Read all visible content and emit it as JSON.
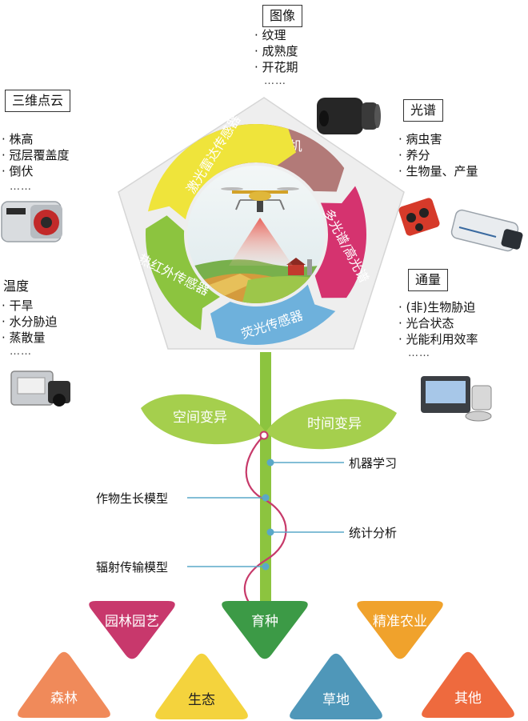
{
  "center": {
    "ring_segments": [
      {
        "label": "数码相机",
        "color": "#b27a78"
      },
      {
        "label": "多光谱/高光谱",
        "color": "#d5336f"
      },
      {
        "label": "荧光传感器",
        "color": "#6eb1dc"
      },
      {
        "label": "热红外传感器",
        "color": "#8cc43f"
      },
      {
        "label": "激光雷达传感器",
        "color": "#efe43b"
      }
    ]
  },
  "panels": {
    "image": {
      "title": "图像",
      "items": [
        "纹理",
        "成熟度",
        "开花期"
      ],
      "more": "……"
    },
    "spectrum": {
      "title": "光谱",
      "items": [
        "病虫害",
        "养分",
        "生物量、产量"
      ]
    },
    "pointcloud": {
      "title": "三维点云",
      "items": [
        "株高",
        "冠层覆盖度",
        "倒伏"
      ],
      "more": "……"
    },
    "temperature": {
      "title": "温度",
      "items": [
        "干旱",
        "水分胁迫",
        "蒸散量"
      ],
      "more": "……"
    },
    "flux": {
      "title": "通量",
      "items": [
        "(非)生物胁迫",
        "光合状态",
        "光能利用效率"
      ],
      "more": "……"
    }
  },
  "leaves": {
    "left": "空间变异",
    "right": "时间变异"
  },
  "methods": {
    "machine_learning": "机器学习",
    "crop_growth_model": "作物生长模型",
    "statistical_analysis": "统计分析",
    "radiative_transfer_model": "辐射传输模型"
  },
  "applications": [
    {
      "label": "园林园艺",
      "color": "#c8386c"
    },
    {
      "label": "育种",
      "color": "#3c9a46"
    },
    {
      "label": "精准农业",
      "color": "#f0a22c"
    },
    {
      "label": "森林",
      "color": "#f08a5a"
    },
    {
      "label": "生态",
      "color": "#f4d33d"
    },
    {
      "label": "草地",
      "color": "#4f97b9"
    },
    {
      "label": "其他",
      "color": "#ee6a3e"
    }
  ],
  "colors": {
    "stem": "#8cc43f",
    "leaf": "#a5cf4d",
    "helix": "#c73a6a",
    "dot": "#5aa8c8",
    "pentagon": "#eeeeee"
  }
}
